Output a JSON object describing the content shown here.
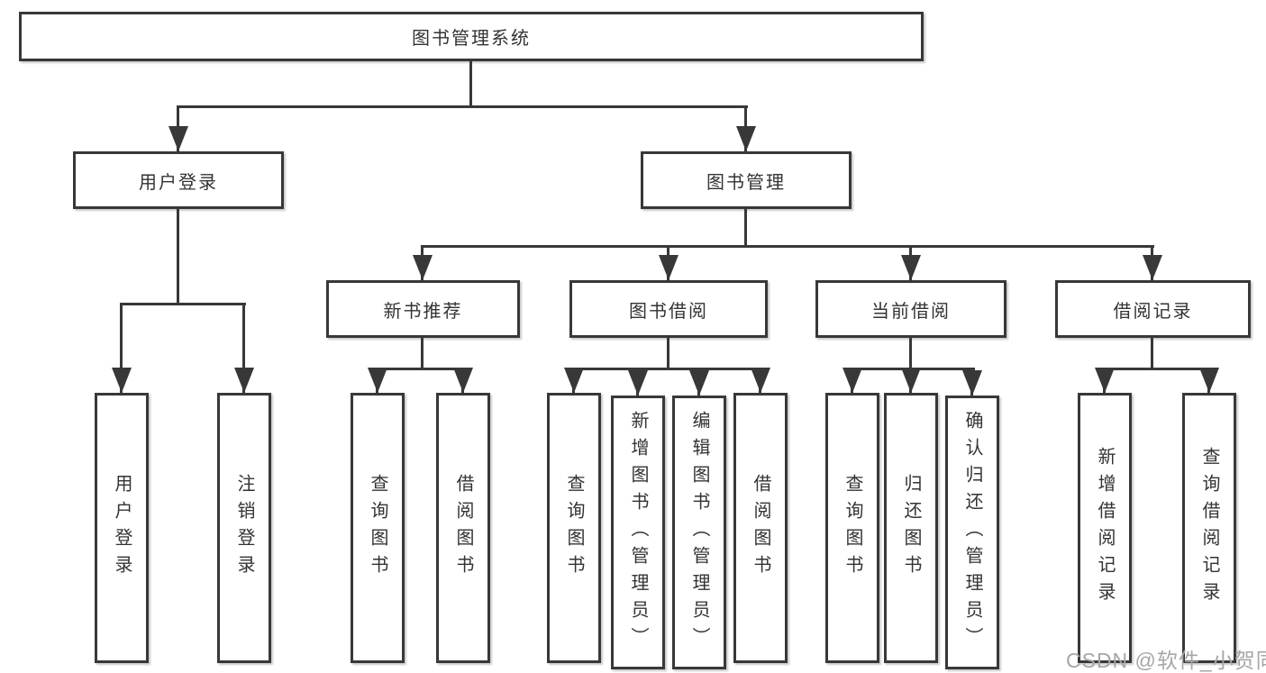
{
  "root": {
    "label": "图书管理系统"
  },
  "branches": {
    "user_login": "用户登录",
    "book_mgmt": "图书管理"
  },
  "modules": {
    "new_books": "新书推荐",
    "book_borrow": "图书借阅",
    "current_borrow": "当前借阅",
    "borrow_records": "借阅记录"
  },
  "leaves": {
    "user_login_1": "用户登录",
    "user_login_2": "注销登录",
    "new_books_1": "查询图书",
    "new_books_2": "借阅图书",
    "book_borrow_1": "查询图书",
    "book_borrow_2": "新增图书（管理员）",
    "book_borrow_3": "编辑图书（管理员）",
    "book_borrow_4": "借阅图书",
    "current_borrow_1": "查询图书",
    "current_borrow_2": "归还图书",
    "current_borrow_3": "确认归还（管理员）",
    "borrow_records_1": "新增借阅记录",
    "borrow_records_2": "查询借阅记录"
  },
  "watermark": "CSDN @软件_小贺同学",
  "colors": {
    "line": "#383838",
    "text": "#333333",
    "box_fill": "#ffffff",
    "watermark": "#a6a6a6",
    "background": "#ffffff"
  }
}
